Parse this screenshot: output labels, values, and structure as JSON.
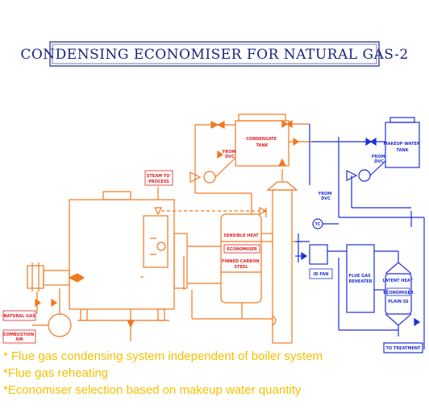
{
  "title": "CONDENSING ECONOMISER FOR NATURAL GAS-2",
  "colors": {
    "orange": "#f07820",
    "blue": "#1f2fd8",
    "title": "#1a237e",
    "note": "#f4c000",
    "red": "#e02020",
    "box_blue": "#1f2fd8"
  },
  "labels": {
    "condensate_tank": "CONDENSATE\nTANK",
    "makeup_water_tank": "MAKEUP WATER\nTANK",
    "steam_to_process": "STEAM TO\nPROCESS",
    "natural_gas": "NATURAL GAS",
    "combustion_air": "COMBUSTION\nAIR",
    "sensible_heat": "SENSIBLE HEAT",
    "economiser": "ECONOMISER",
    "fired_carbon_steel": "FINNED CARBON\nSTEEL",
    "id_fan": "ID FAN",
    "gas_reheater": "FLUE GAS\nREHEATER",
    "latent_heat_economiser": "LATENT HEAT\nECONOMISER",
    "plain_ss": "PLAIN SS",
    "to_treatment": "TO TREATMENT",
    "tc": "TC",
    "from_dvc_1": "FROM\nDVC",
    "from_dvc_2": "FROM\nDVC",
    "from_dvc_3": "FROM\nDVC"
  },
  "notes": [
    "* Flue gas condensing system independent of boiler system",
    "*Flue gas reheating",
    "*Economiser selection based on makeup water quantity"
  ]
}
